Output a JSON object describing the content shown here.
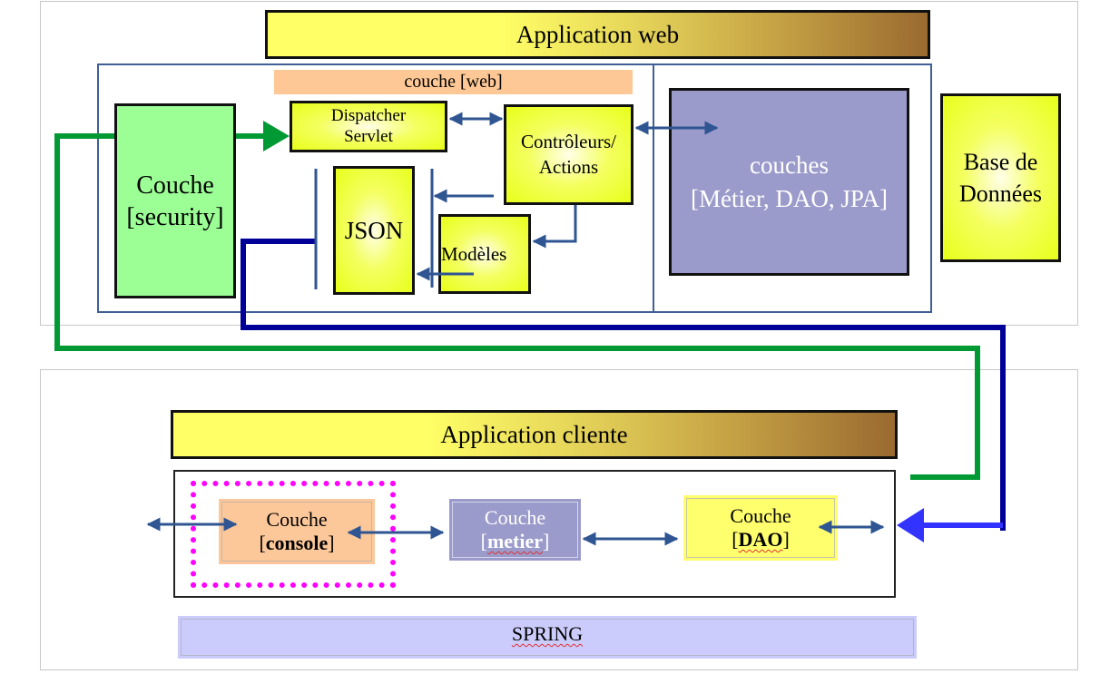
{
  "web_app": {
    "title": "Application web",
    "web_layer_label": "couche [web]",
    "security": {
      "line1": "Couche",
      "line2": "[security]"
    },
    "dispatcher": {
      "line1": "Dispatcher",
      "line2": "Servlet"
    },
    "controllers": {
      "line1": "Contrôleurs/",
      "line2": "Actions"
    },
    "json": "JSON",
    "models": "Modèles",
    "business_layers": {
      "line1": "couches",
      "line2": "[Métier, DAO, JPA]"
    },
    "database": {
      "line1": "Base de",
      "line2": "Données"
    }
  },
  "client_app": {
    "title": "Application cliente",
    "console": {
      "line1": "Couche",
      "open": "[",
      "name": "console",
      "close": "]"
    },
    "metier": {
      "line1": "Couche",
      "open": "[",
      "name": "metier",
      "close": "]"
    },
    "dao": {
      "line1": "Couche",
      "open": "[",
      "name": "DAO",
      "close": "]"
    },
    "framework": "SPRING"
  },
  "colors": {
    "connector_blue": "#2f5592",
    "green_link": "#009933",
    "navy_link": "#000099",
    "bright_blue_arrow": "#3333ff",
    "highlight_dotted": "#ff00ff"
  }
}
